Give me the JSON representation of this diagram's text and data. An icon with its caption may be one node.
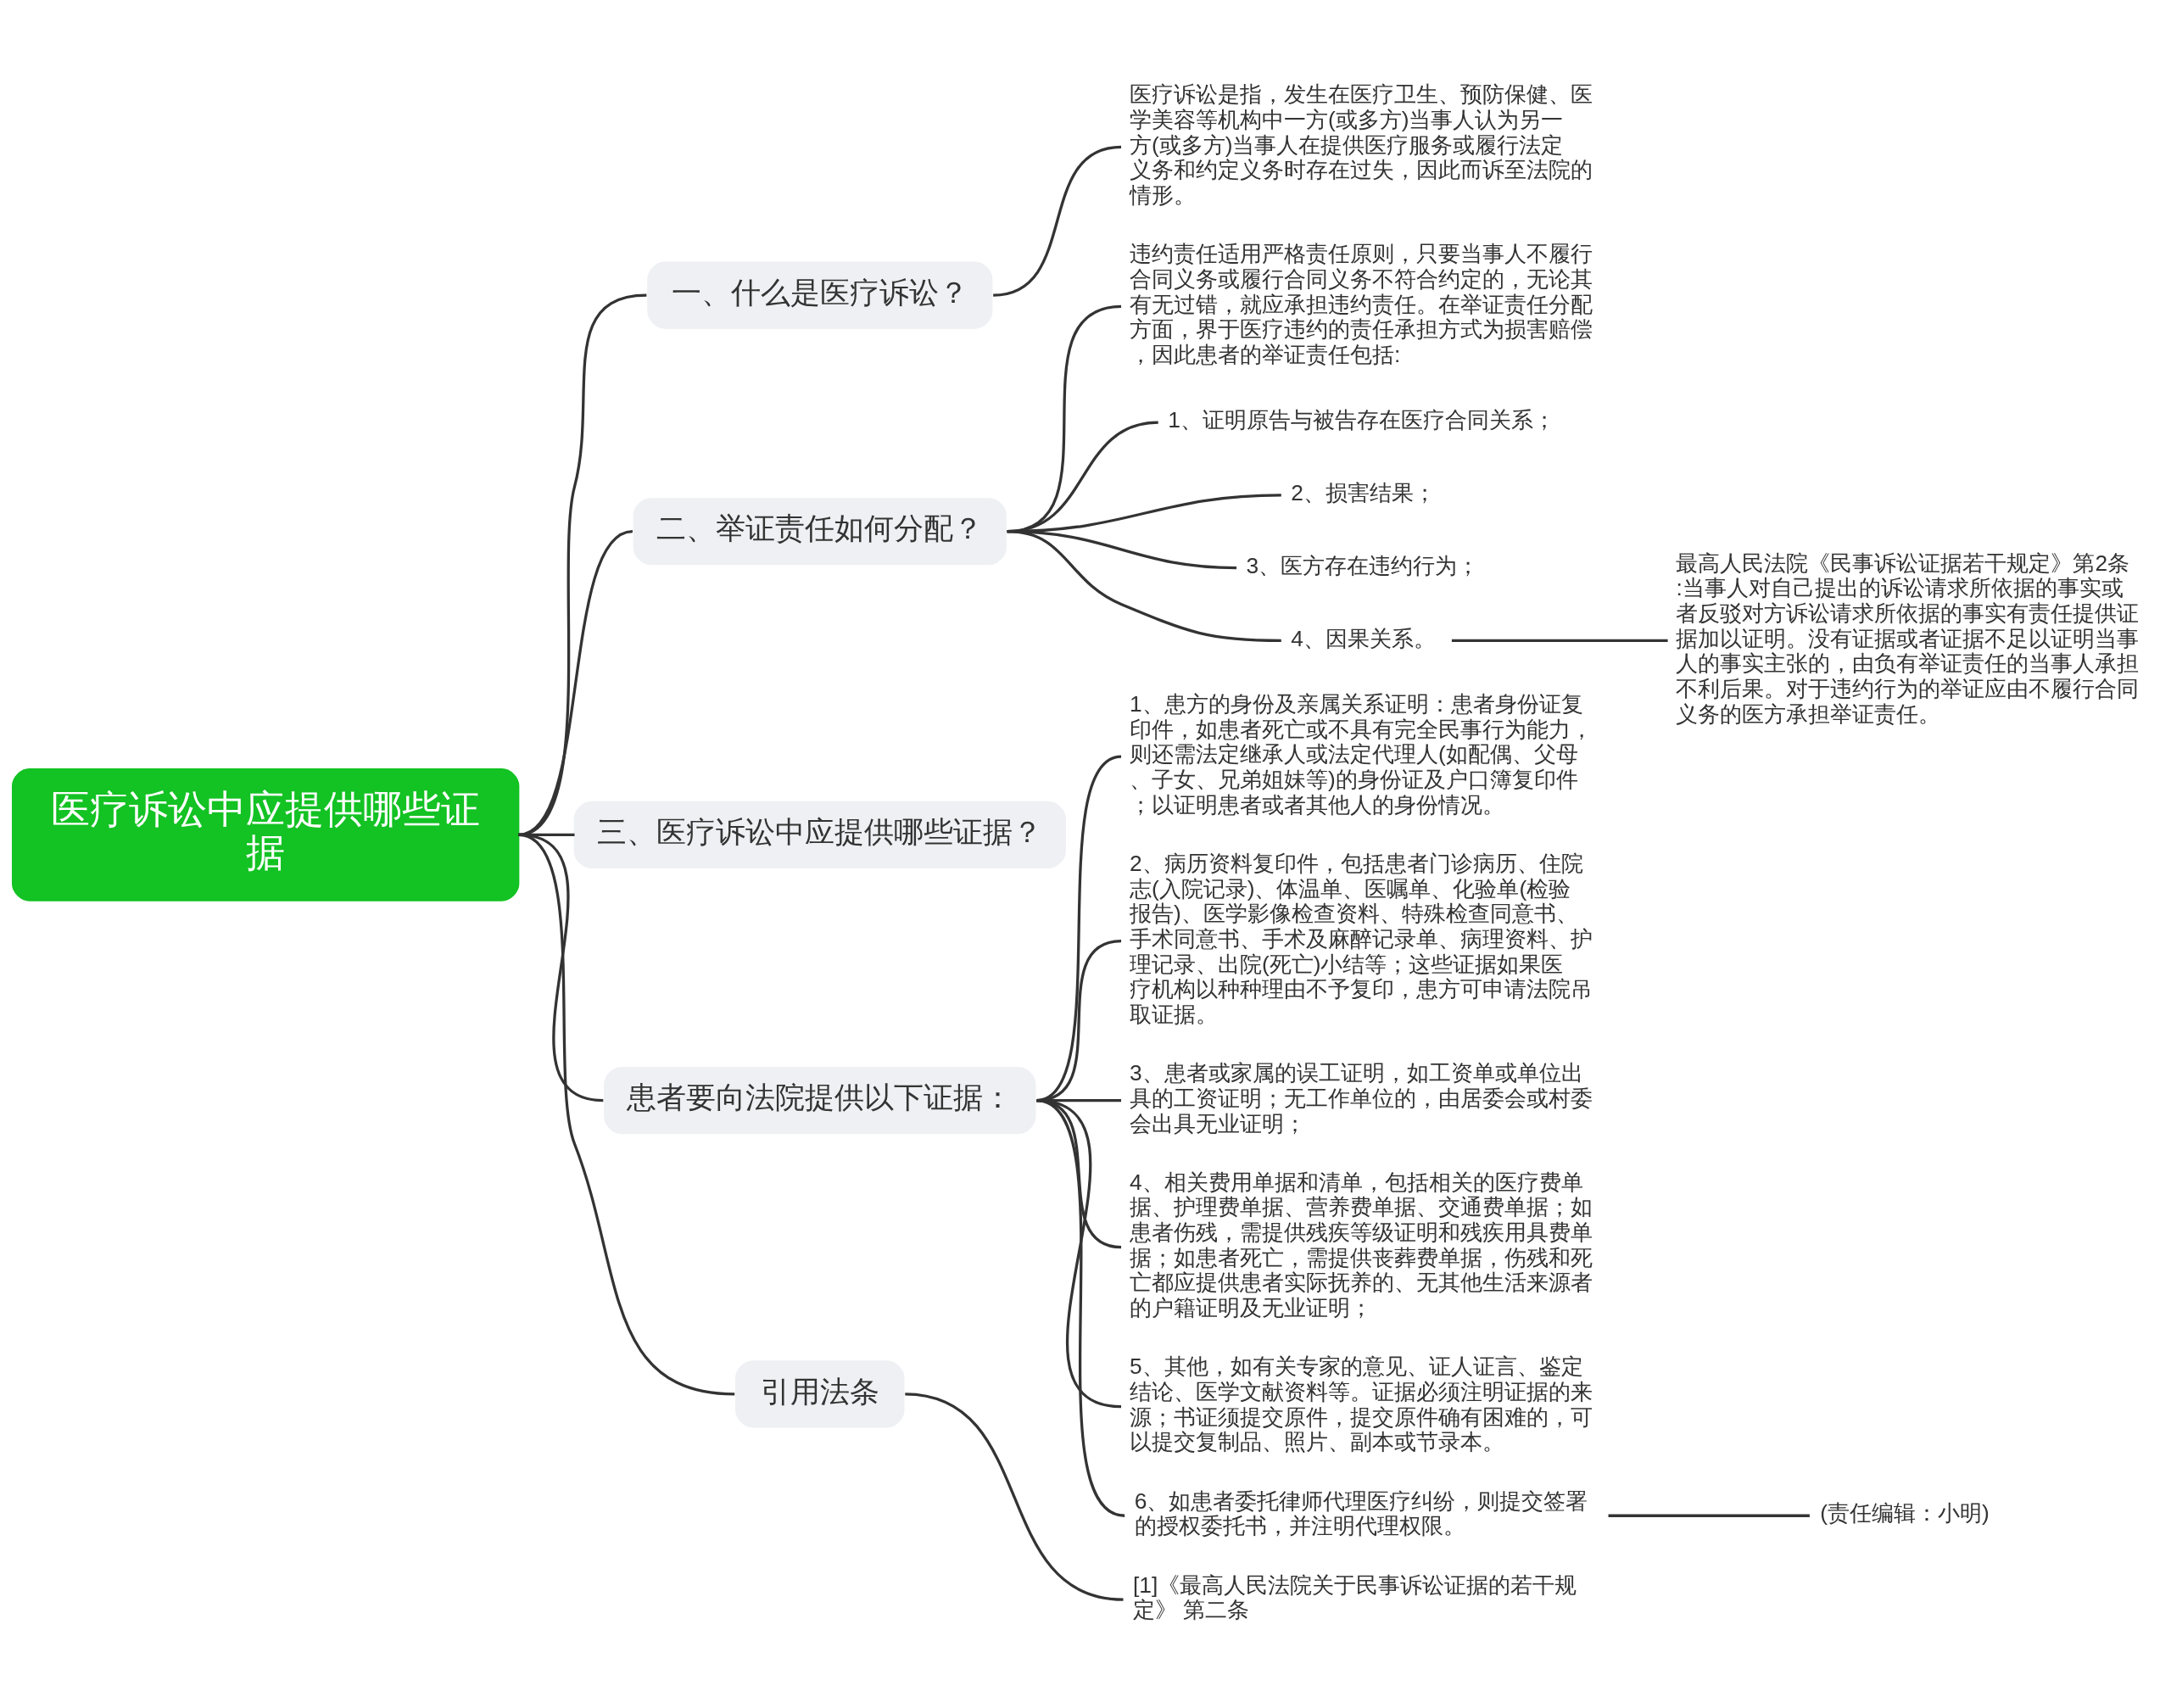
{
  "diagram": {
    "nodes": [
      {
        "text": [
          "医疗诉讼中应提供哪些证据"
        ]
      },
      {
        "text": [
          "一、什么是医疗诉讼？"
        ]
      },
      {
        "text": [
          "医疗诉讼是指，发生在医疗卫生、预防保健、医学美容等机构中一方(或多方)当事人认为另一方(或多方)当事人在提供医疗服务或履行法定义务和约定义务时存在过失，因此而诉至法院的情形。"
        ]
      },
      {
        "text": [
          "二、举证责任如何分配？"
        ]
      },
      {
        "text": [
          "违约责任适用严格责任原则，只要当事人不履行合同义务或履行合同义务不符合约定的，无论其有无过错，就应承担违约责任。在举证责任分配方面，界于医疗违约的责任承担方式为损害赔偿，因此患者的举证责任包括:"
        ]
      },
      {
        "text": [
          "1、证明原告与被告存在医疗合同关系；"
        ]
      },
      {
        "text": [
          "2、损害结果；"
        ]
      },
      {
        "text": [
          "3、医方存在违约行为；"
        ]
      },
      {
        "text": [
          "4、因果关系。"
        ]
      },
      {
        "text": [
          "最高人民法院《民事诉讼证据若干规定》第2条:当事人对自己提出的诉讼请求所依据的事实或者反驳对方诉讼请求所依据的事实有责任提供证据加以证明。没有证据或者证据不足以证明当事人的事实主张的，由负有举证责任的当事人承担不利后果。对于违约行为的举证应由不履行合同义务的医方承担举证责任。"
        ]
      },
      {
        "text": [
          "三、医疗诉讼中应提供哪些证据？"
        ]
      },
      {
        "text": [
          "患者要向法院提供以下证据："
        ]
      },
      {
        "text": [
          "1、患方的身份及亲属关系证明：患者身份证复印件，如患者死亡或不具有完全民事行为能力，则还需法定继承人或法定代理人(如配偶、父母、子女、兄弟姐妹等)的身份证及户口簿复印件；以证明患者或者其他人的身份情况。"
        ]
      },
      {
        "text": [
          "2、病历资料复印件，包括患者门诊病历、住院志(入院记录)、体温单、医嘱单、化验单(检验报告)、医学影像检查资料、特殊检查同意书、手术同意书、手术及麻醉记录单、病理资料、护理记录、出院(死亡)小结等；这些证据如果医疗机构以种种理由不予复印，患方可申请法院吊取证据。"
        ]
      },
      {
        "text": [
          "3、患者或家属的误工证明，如工资单或单位出具的工资证明；无工作单位的，由居委会或村委会出具无业证明；"
        ]
      },
      {
        "text": [
          "4、相关费用单据和清单，包括相关的医疗费单据、护理费单据、营养费单据、交通费单据；如患者伤残，需提供残疾等级证明和残疾用具费单据；如患者死亡，需提供丧葬费单据，伤残和死亡都应提供患者实际抚养的、无其他生活来源者的户籍证明及无业证明；"
        ]
      },
      {
        "text": [
          "5、其他，如有关专家的意见、证人证言、鉴定结论、医学文献资料等。证据必须注明证据的来源；书证须提交原件，提交原件确有困难的，可以提交复制品、照片、副本或节录本。"
        ]
      },
      {
        "text": [
          "6、如患者委托律师代理医疗纠纷，则提交签署的授权委托书，并注明代理权限。"
        ]
      },
      {
        "text": [
          "(责任编辑：小明)"
        ]
      },
      {
        "text": [
          "引用法条"
        ]
      },
      {
        "text": [
          "[1]《最高人民法院关于民事诉讼证据的若干规定》 第二条"
        ]
      }
    ],
    "edges": [
      {
        "from": 0,
        "to": 1,
        "arrow": "none"
      },
      {
        "from": 1,
        "to": 2,
        "arrow": "none"
      },
      {
        "from": 0,
        "to": 3,
        "arrow": "none"
      },
      {
        "from": 3,
        "to": 4,
        "arrow": "none"
      },
      {
        "from": 3,
        "to": 5,
        "arrow": "none"
      },
      {
        "from": 3,
        "to": 6,
        "arrow": "none"
      },
      {
        "from": 3,
        "to": 7,
        "arrow": "none"
      },
      {
        "from": 3,
        "to": 8,
        "arrow": "none"
      },
      {
        "from": 8,
        "to": 9,
        "arrow": "none"
      },
      {
        "from": 0,
        "to": 10,
        "arrow": "none"
      },
      {
        "from": 0,
        "to": 11,
        "arrow": "none"
      },
      {
        "from": 11,
        "to": 12,
        "arrow": "none"
      },
      {
        "from": 11,
        "to": 13,
        "arrow": "none"
      },
      {
        "from": 11,
        "to": 14,
        "arrow": "none"
      },
      {
        "from": 11,
        "to": 15,
        "arrow": "none"
      },
      {
        "from": 11,
        "to": 16,
        "arrow": "none"
      },
      {
        "from": 11,
        "to": 17,
        "arrow": "none"
      },
      {
        "from": 17,
        "to": 18,
        "arrow": "none"
      },
      {
        "from": 0,
        "to": 19,
        "arrow": "none"
      },
      {
        "from": 19,
        "to": 20,
        "arrow": "none"
      }
    ]
  }
}
